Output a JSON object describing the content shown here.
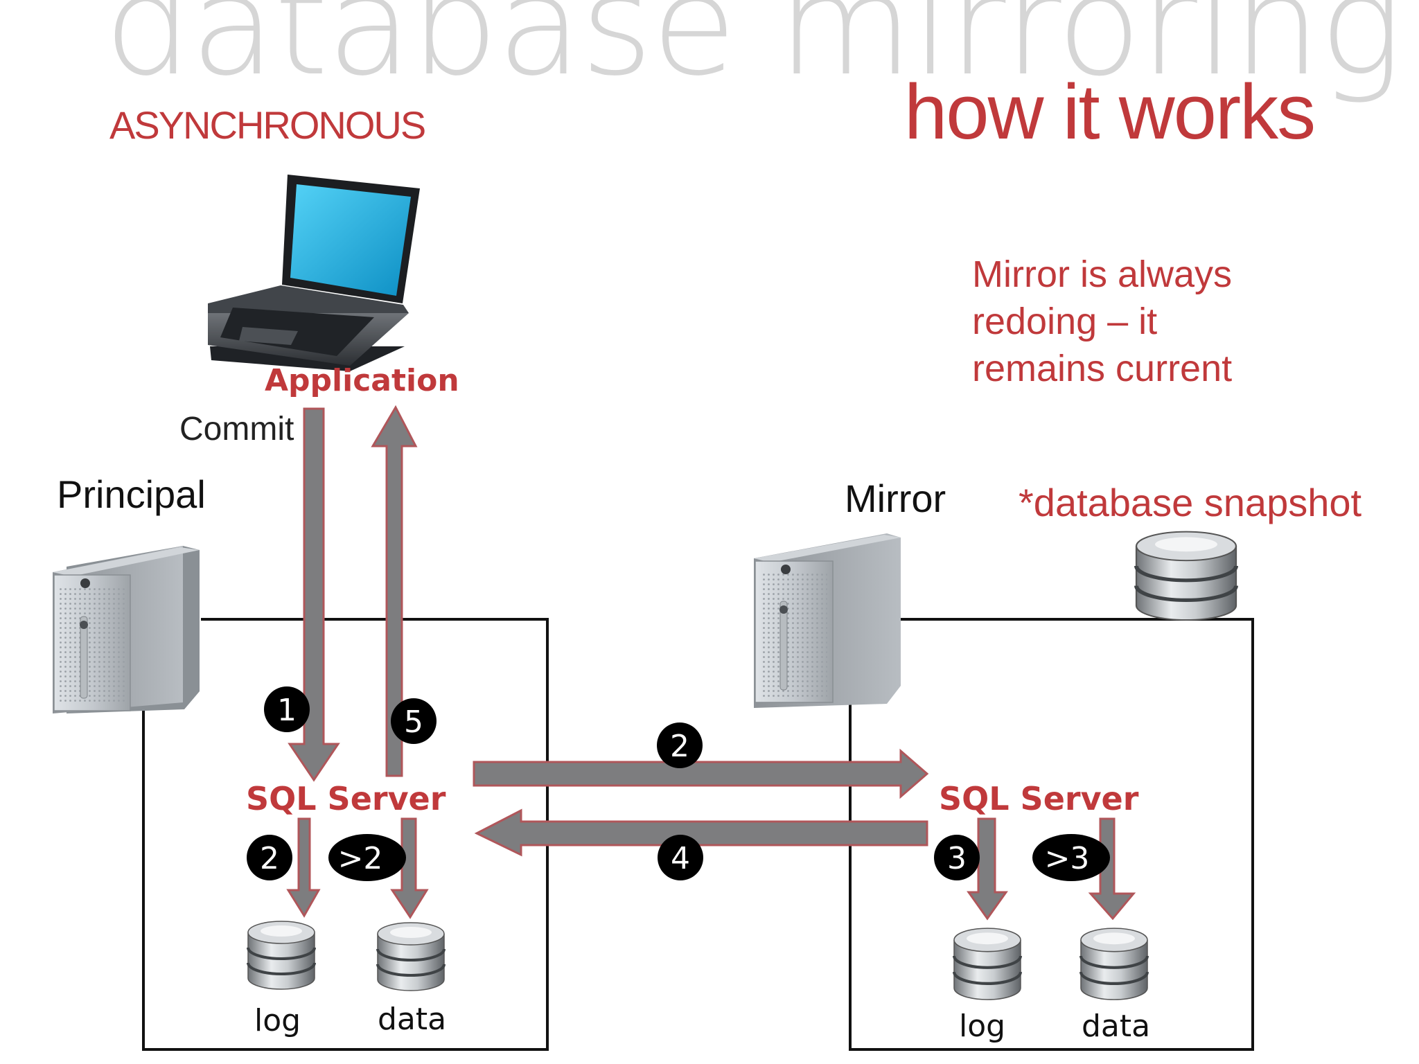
{
  "title": "database mirroring",
  "subtitle": "how it works",
  "mode": "ASYNCHRONOUS",
  "note_lines": [
    "Mirror is always",
    "redoing – it",
    "remains current"
  ],
  "snapshot_label": "*database snapshot",
  "application_label": "Application",
  "commit_label": "Commit",
  "principal_label": "Principal",
  "mirror_label": "Mirror",
  "principal_sql_server": "SQL Server",
  "mirror_sql_server": "SQL Server",
  "steps": {
    "commit_to_sql": "1",
    "ack_to_app": "5",
    "principal_log": "2",
    "principal_data": ">2",
    "send_to_mirror": "2",
    "ack_from_mirror": "4",
    "mirror_log": "3",
    "mirror_data": ">3"
  },
  "db_labels": {
    "principal_log": "log",
    "principal_data": "data",
    "mirror_log": "log",
    "mirror_data": "data"
  },
  "colors": {
    "accent": "#c0393b",
    "title_gray": "#d6d6d6",
    "arrow_fill": "#7d7d7f",
    "arrow_edge": "#b0565a",
    "badge": "#000000",
    "laptop_screen": "#22b2e4"
  },
  "icons": {
    "laptop": "laptop-icon",
    "server": "server-tower-icon",
    "database": "database-cylinder-icon"
  }
}
